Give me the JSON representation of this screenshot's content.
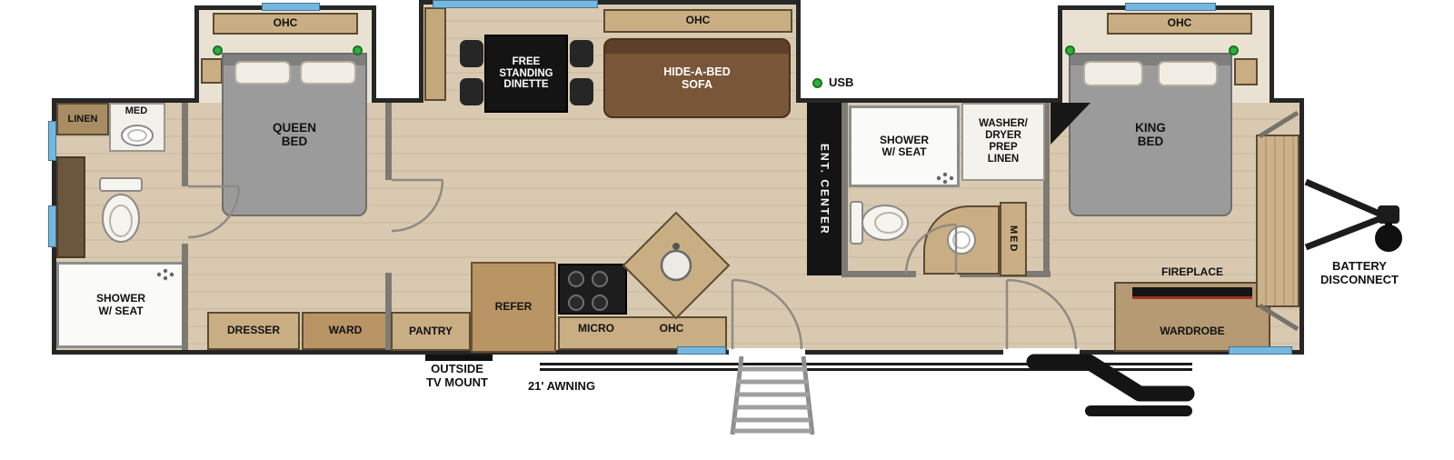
{
  "floorplan": {
    "rear_bath": {
      "linen": "LINEN",
      "med": "MED",
      "shower": "SHOWER\nW/ SEAT"
    },
    "rear_bedroom": {
      "ohc": "OHC",
      "bed": "QUEEN\nBED",
      "dresser": "DRESSER",
      "wardrobe": "WARD"
    },
    "living": {
      "dinette": "FREE\nSTANDING\nDINETTE",
      "ohc": "OHC",
      "sofa": "HIDE-A-BED\nSOFA",
      "usb": "USB",
      "ent_center": "ENT. CENTER"
    },
    "kitchen": {
      "pantry": "PANTRY",
      "refrigerator": "REFER",
      "microwave": "MICRO",
      "ohc": "OHC"
    },
    "mid_bath": {
      "shower": "SHOWER\nW/ SEAT",
      "med": "MED"
    },
    "utility": {
      "washer_dryer": "WASHER/\nDRYER\nPREP\nLINEN"
    },
    "front_bedroom": {
      "ohc": "OHC",
      "bed": "KING\nBED",
      "fireplace": "FIREPLACE",
      "wardrobe": "WARDROBE"
    },
    "exterior": {
      "battery": "BATTERY\nDISCONNECT",
      "tv_mount": "OUTSIDE\nTV MOUNT",
      "awning": "21' AWNING"
    }
  },
  "colors": {
    "window_blue": "#76b7dd",
    "led_green": "#2fae43",
    "floor_tan": "#d8c9b0",
    "sofa_brown": "#7a5638",
    "bed_gray": "#9b9b9b",
    "cabinet_tan": "#c9ae83",
    "fixture_black": "#1b1b1b"
  }
}
